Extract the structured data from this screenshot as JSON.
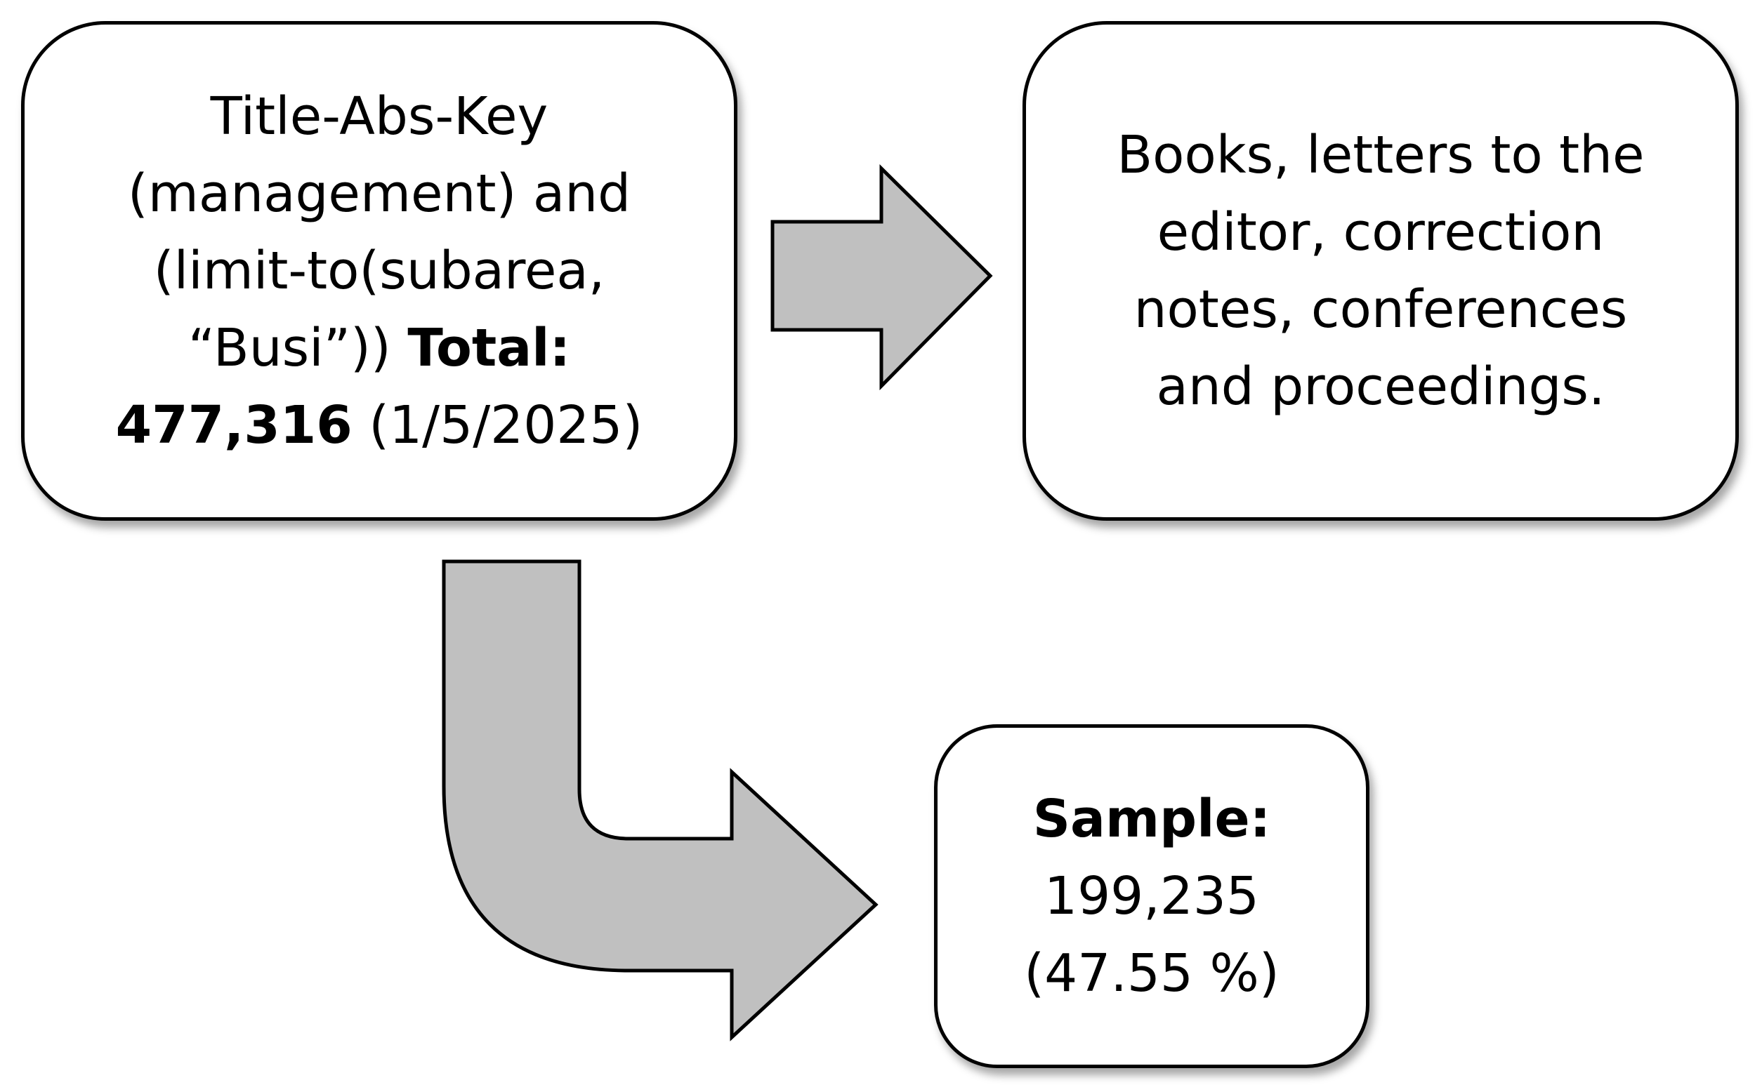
{
  "query_box": {
    "line1": "Title-Abs-Key",
    "line2": "(management) and",
    "line3": "(limit-to(subarea,",
    "line4_text": "“Busi”))",
    "line4_bold": "Total:",
    "line5_bold": "477,316",
    "line5_text": "(1/5/2025)"
  },
  "excluded_box": {
    "line1": "Books, letters to the",
    "line2": "editor, correction",
    "line3": "notes, conferences",
    "line4": "and proceedings."
  },
  "sample_box": {
    "label": "Sample:",
    "count": "199,235",
    "percent": "(47.55 %)"
  },
  "colors": {
    "arrow_fill": "#c0c0c0",
    "arrow_stroke": "#000000",
    "box_border": "#000000"
  }
}
